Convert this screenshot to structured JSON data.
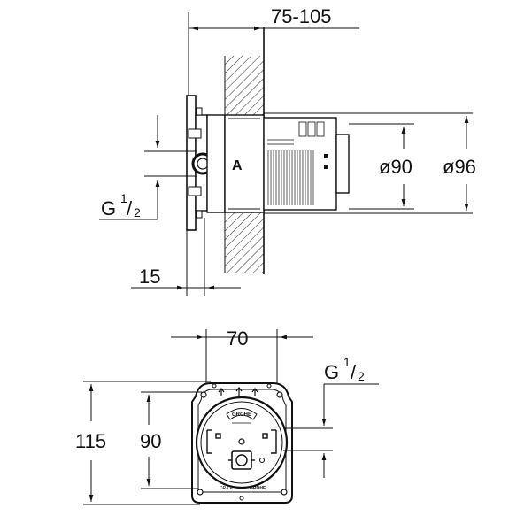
{
  "side_view": {
    "dim_depth": "75-105",
    "dim_small_diameter": "ø90",
    "dim_large_diameter": "ø96",
    "dim_offset": "15",
    "thread": {
      "base": "G",
      "numerator": "1",
      "slash": "/",
      "denominator": "2"
    },
    "body_mark": "A"
  },
  "front_view": {
    "dim_width": "70",
    "dim_outer_height": "115",
    "dim_inner_height": "90",
    "thread": {
      "base": "G",
      "numerator": "1",
      "slash": "/",
      "denominator": "2"
    },
    "logo_text": "GROHE",
    "label_left": "DR-LF",
    "label_right": "GROHE"
  }
}
